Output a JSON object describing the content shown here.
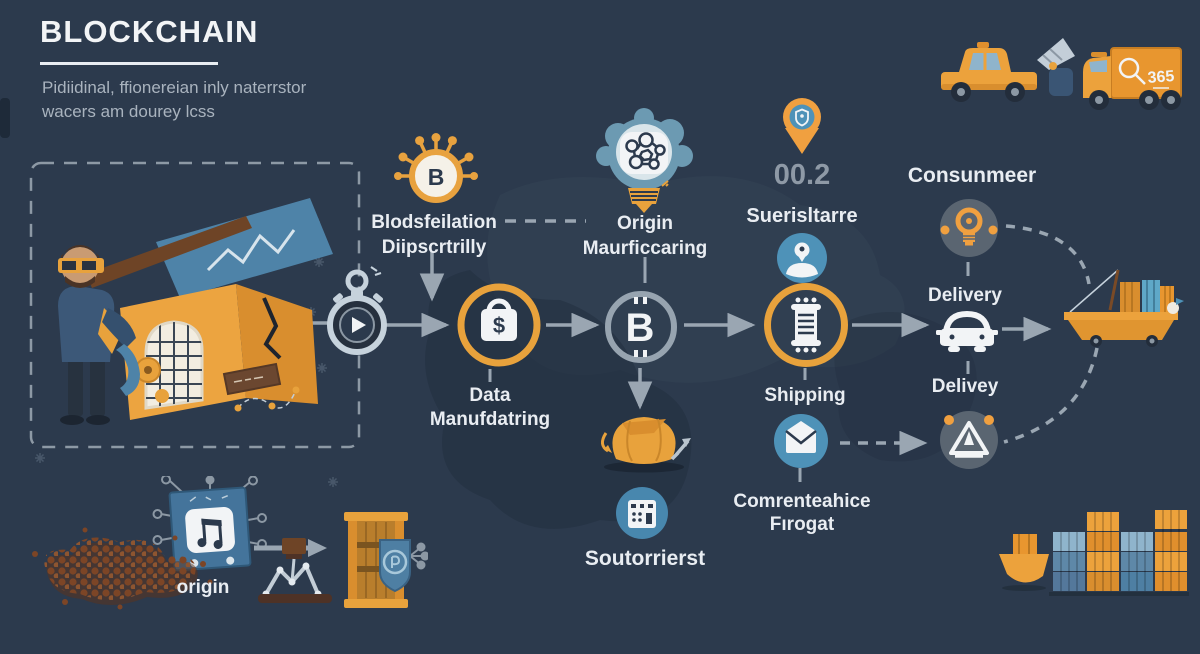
{
  "header": {
    "title": "BLOCKCHAIN",
    "subtitle_line1": "Pidiidinal, ffionereian inly naterrstor",
    "subtitle_line2": "wacers am dourey lcss"
  },
  "labels": {
    "stage1_line1": "Blodsfeilation",
    "stage1_line2": "Diipscrtrilly",
    "stage2_line1": "Origin",
    "stage2_line2": "Maurficcaring",
    "pin_value": "00.2",
    "stage3": "Suerisltarre",
    "consumer": "Consunmeer",
    "data_line1": "Data",
    "data_line2": "Manufdatring",
    "shipping": "Shipping",
    "delivery_top": "Delivery",
    "delivery_bottom": "Delivey",
    "sources": "Soutorrierst",
    "compliance_line1": "Comrenteahice",
    "compliance_line2": "Fırogat",
    "origin_chip": "origin"
  },
  "icons": {
    "dollar_glyph": "$",
    "bitcoin_glyph": "B",
    "bitcoin_small_glyph": "B",
    "truck_box_text": "365"
  },
  "colors": {
    "background": "#2c3a4d",
    "accent_orange": "#e8a23c",
    "steel_blue": "#4e92b8",
    "ring_gray": "#97a4b0",
    "dark_circle": "#5a6571",
    "text_white": "#eef1f4",
    "text_muted": "#a9b3be",
    "value_gray": "#8e99a6"
  }
}
